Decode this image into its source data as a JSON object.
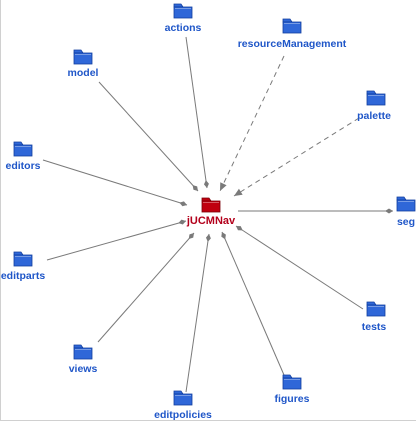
{
  "center": {
    "label": "jUCMNav",
    "color": "#c0000f"
  },
  "nodes": [
    {
      "id": "actions",
      "label": "actions",
      "relation": "solid"
    },
    {
      "id": "resourceManagement",
      "label": "resourceManagement",
      "relation": "dashed"
    },
    {
      "id": "palette",
      "label": "palette",
      "relation": "dashed"
    },
    {
      "id": "seg",
      "label": "seg",
      "relation": "solid"
    },
    {
      "id": "tests",
      "label": "tests",
      "relation": "solid"
    },
    {
      "id": "figures",
      "label": "figures",
      "relation": "solid"
    },
    {
      "id": "editpolicies",
      "label": "editpolicies",
      "relation": "solid"
    },
    {
      "id": "views",
      "label": "views",
      "relation": "solid"
    },
    {
      "id": "editparts",
      "label": "editparts",
      "relation": "solid"
    },
    {
      "id": "editors",
      "label": "editors",
      "relation": "solid"
    },
    {
      "id": "model",
      "label": "model",
      "relation": "solid"
    }
  ],
  "colors": {
    "folder": "#2f67d8",
    "folder_dark": "#123f9f",
    "folder_center": "#c0000f",
    "folder_center_dark": "#7a0008",
    "edge": "#7a7a7a",
    "label": "#1f56c8"
  },
  "icon": "folder-icon"
}
